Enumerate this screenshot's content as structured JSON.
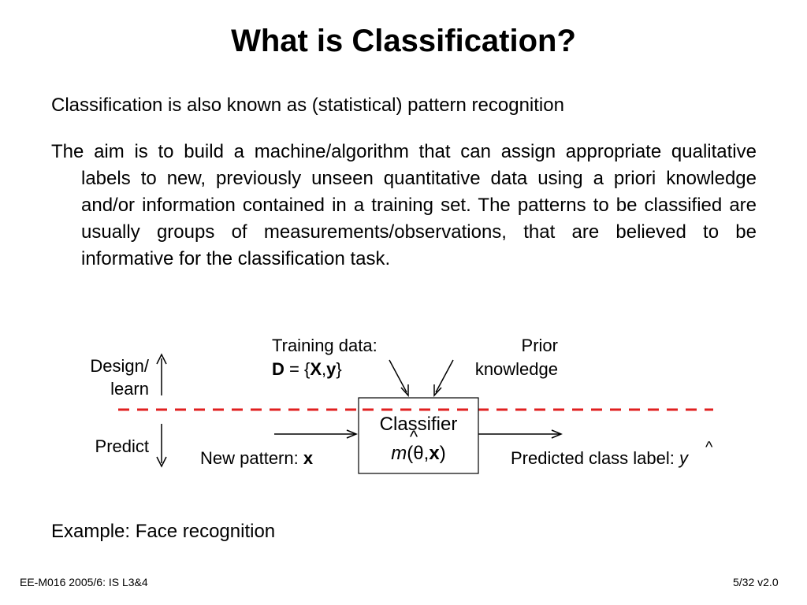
{
  "slide": {
    "title": "What is Classification?",
    "paragraph1": "Classification is also known as (statistical) pattern recognition",
    "paragraph2": "The aim is to build a machine/algorithm that can assign appropriate qualitative labels to new, previously unseen quantitative data using a priori knowledge and/or information contained in a training set. The patterns to be classified are usually groups of measurements/observations, that are believed to be informative for the classification task.",
    "example": "Example: Face recognition"
  },
  "diagram": {
    "training_label": "Training data:",
    "training_D": "D",
    "training_eq": " = {",
    "training_X": "X",
    "training_comma": ",",
    "training_y": "y",
    "training_close": "}",
    "prior_line1": "Prior",
    "prior_line2": "knowledge",
    "design_line1": "Design/",
    "design_line2": "learn",
    "predict": "Predict",
    "classifier_line1": "Classifier",
    "classifier_m": "m",
    "classifier_paren": "(",
    "classifier_theta": "θ",
    "classifier_comma": ",",
    "classifier_x": "x",
    "classifier_close": ")",
    "hat": "^",
    "new_pattern_label": "New pattern: ",
    "new_pattern_x": "x",
    "predicted_label": "Predicted class label: ",
    "predicted_y": "y",
    "divider_color": "#e02020"
  },
  "footer": {
    "left": "EE-M016 2005/6: IS L3&4",
    "right": "5/32 v2.0"
  }
}
